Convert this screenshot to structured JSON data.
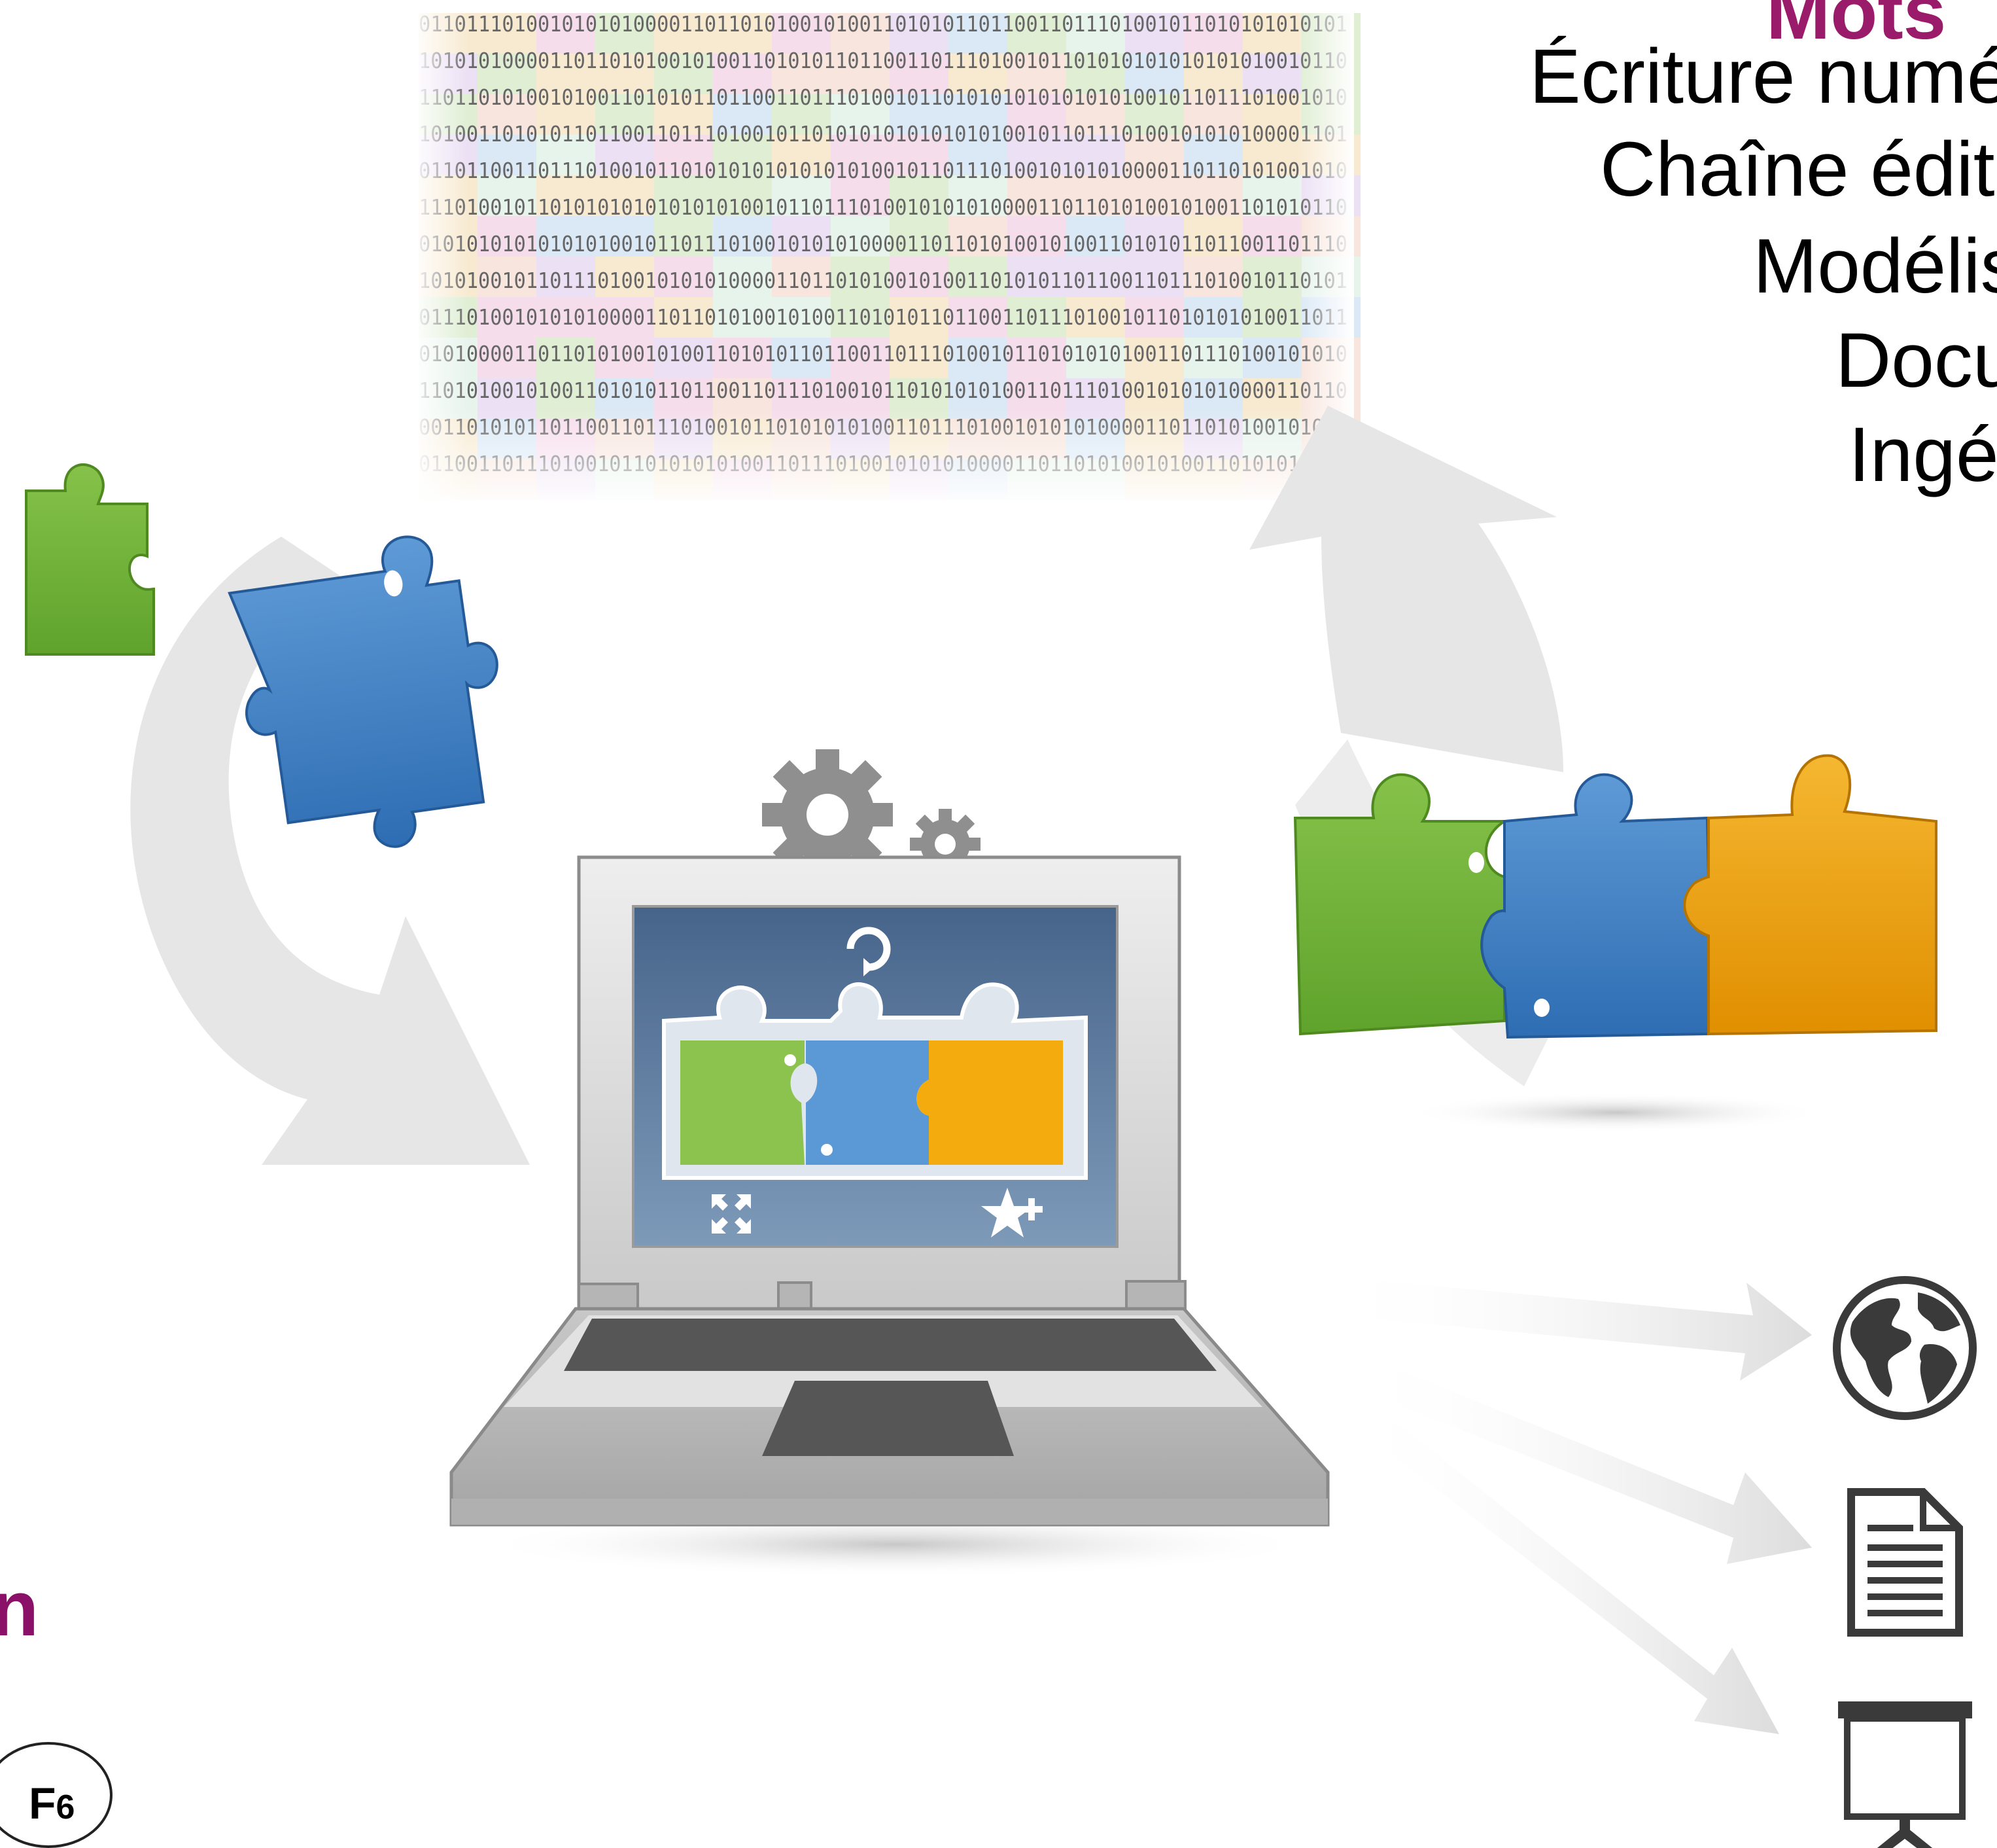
{
  "slide": {
    "title_fragment": "Mots",
    "keywords": [
      "Écriture numé",
      "Chaîne édit",
      "Modélis",
      "Docu",
      "Ingé"
    ],
    "left_text_fragment": "n",
    "badge": {
      "letter": "F",
      "digit": "6"
    },
    "binary_text": "0110111010010101010000110110101001010011010101101100110111010010110101010101010101001011011101001010101000011011010100101001101010110110011011101001011010101010"
  },
  "illustration": {
    "laptop_screen_icons": [
      "refresh-icon",
      "fullscreen-icon",
      "star-add-icon"
    ],
    "output_icons": [
      "globe-icon",
      "document-icon",
      "projector-screen-icon"
    ],
    "decorations": [
      "gear-icon",
      "puzzle-pieces",
      "flow-arrows"
    ],
    "colors": {
      "green": "#7ab83c",
      "blue": "#3f7fc5",
      "orange": "#f0a20a",
      "arrow_grey": "#e4e4e4",
      "title_magenta": "#9b1b6b",
      "screen_blue": "#4f6d91",
      "icon_dark": "#3a3a3a"
    }
  }
}
